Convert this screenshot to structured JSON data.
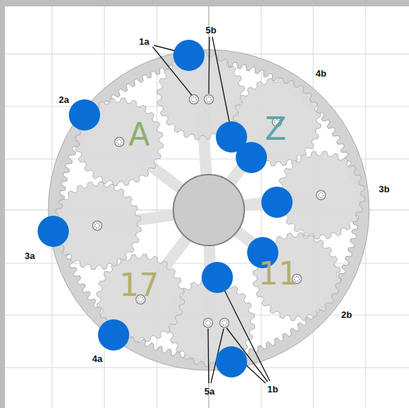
{
  "diagram": {
    "labels": [
      "1a",
      "5b",
      "4b",
      "2a",
      "3b",
      "3a",
      "2b",
      "4a",
      "5a",
      "1b",
      "A",
      "Z",
      "17",
      "11"
    ]
  }
}
